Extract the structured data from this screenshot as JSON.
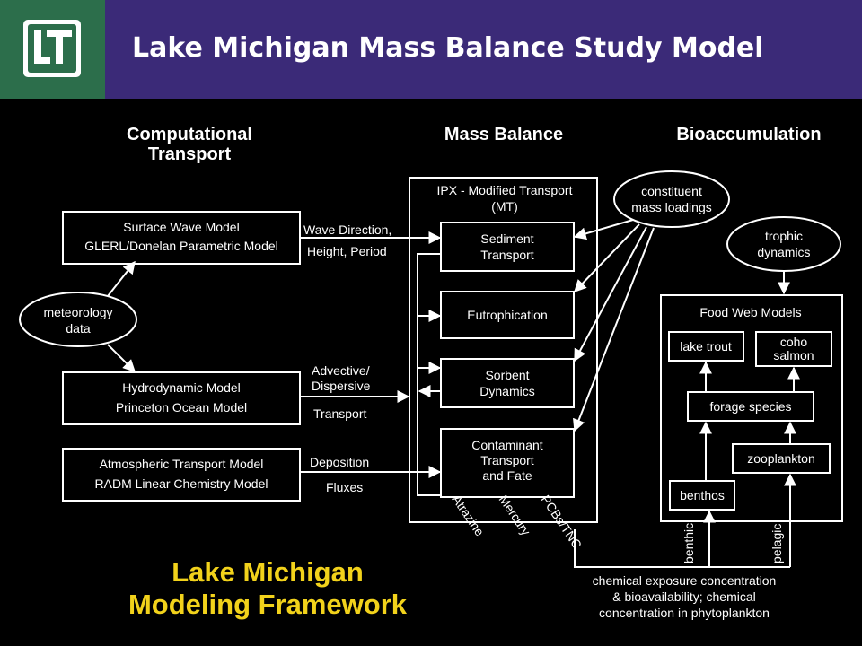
{
  "header": {
    "title": "Lake Michigan Mass Balance Study Model",
    "logo_text": "LTI"
  },
  "columns": {
    "transport_line1": "Computational",
    "transport_line2": "Transport",
    "mass_balance": "Mass Balance",
    "bioaccumulation": "Bioaccumulation"
  },
  "nodes": {
    "surface_wave_line1": "Surface Wave Model",
    "surface_wave_line2": "GLERL/Donelan Parametric Model",
    "meteorology_line1": "meteorology",
    "meteorology_line2": "data",
    "hydrodynamic_line1": "Hydrodynamic Model",
    "hydrodynamic_line2": "Princeton Ocean Model",
    "atmospheric_line1": "Atmospheric Transport Model",
    "atmospheric_line2": "RADM Linear Chemistry Model",
    "ipx_line1": "IPX - Modified Transport",
    "ipx_line2": "(MT)",
    "sediment_line1": "Sediment",
    "sediment_line2": "Transport",
    "eutrophication": "Eutrophication",
    "sorbent_line1": "Sorbent",
    "sorbent_line2": "Dynamics",
    "contaminant_line1": "Contaminant",
    "contaminant_line2": "Transport",
    "contaminant_line3": "and Fate",
    "loadings_line1": "constituent",
    "loadings_line2": "mass loadings",
    "trophic_line1": "trophic",
    "trophic_line2": "dynamics",
    "food_web": "Food Web Models",
    "lake_trout": "lake trout",
    "coho_line1": "coho",
    "coho_line2": "salmon",
    "forage": "forage species",
    "zooplankton": "zooplankton",
    "benthos": "benthos"
  },
  "edge_labels": {
    "wave_line1": "Wave Direction,",
    "wave_line2": "Height, Period",
    "advective_line1": "Advective/",
    "advective_line2": "Dispersive",
    "advective_line3": "Transport",
    "deposition_line1": "Deposition",
    "deposition_line2": "Fluxes",
    "atrazine": "Atrazine",
    "mercury": "Mercury",
    "pcbs": "PCBs/TNC",
    "benthic": "benthic",
    "pelagic": "pelagic",
    "exposure_line1": "chemical exposure concentration",
    "exposure_line2": "& bioavailability; chemical",
    "exposure_line3": "concentration in phytoplankton"
  },
  "footer": {
    "line1": "Lake Michigan",
    "line2": "Modeling Framework"
  },
  "colors": {
    "header_bg": "#3b2a78",
    "logo_bg": "#2c6e4b",
    "footer_text": "#f2d21b"
  }
}
